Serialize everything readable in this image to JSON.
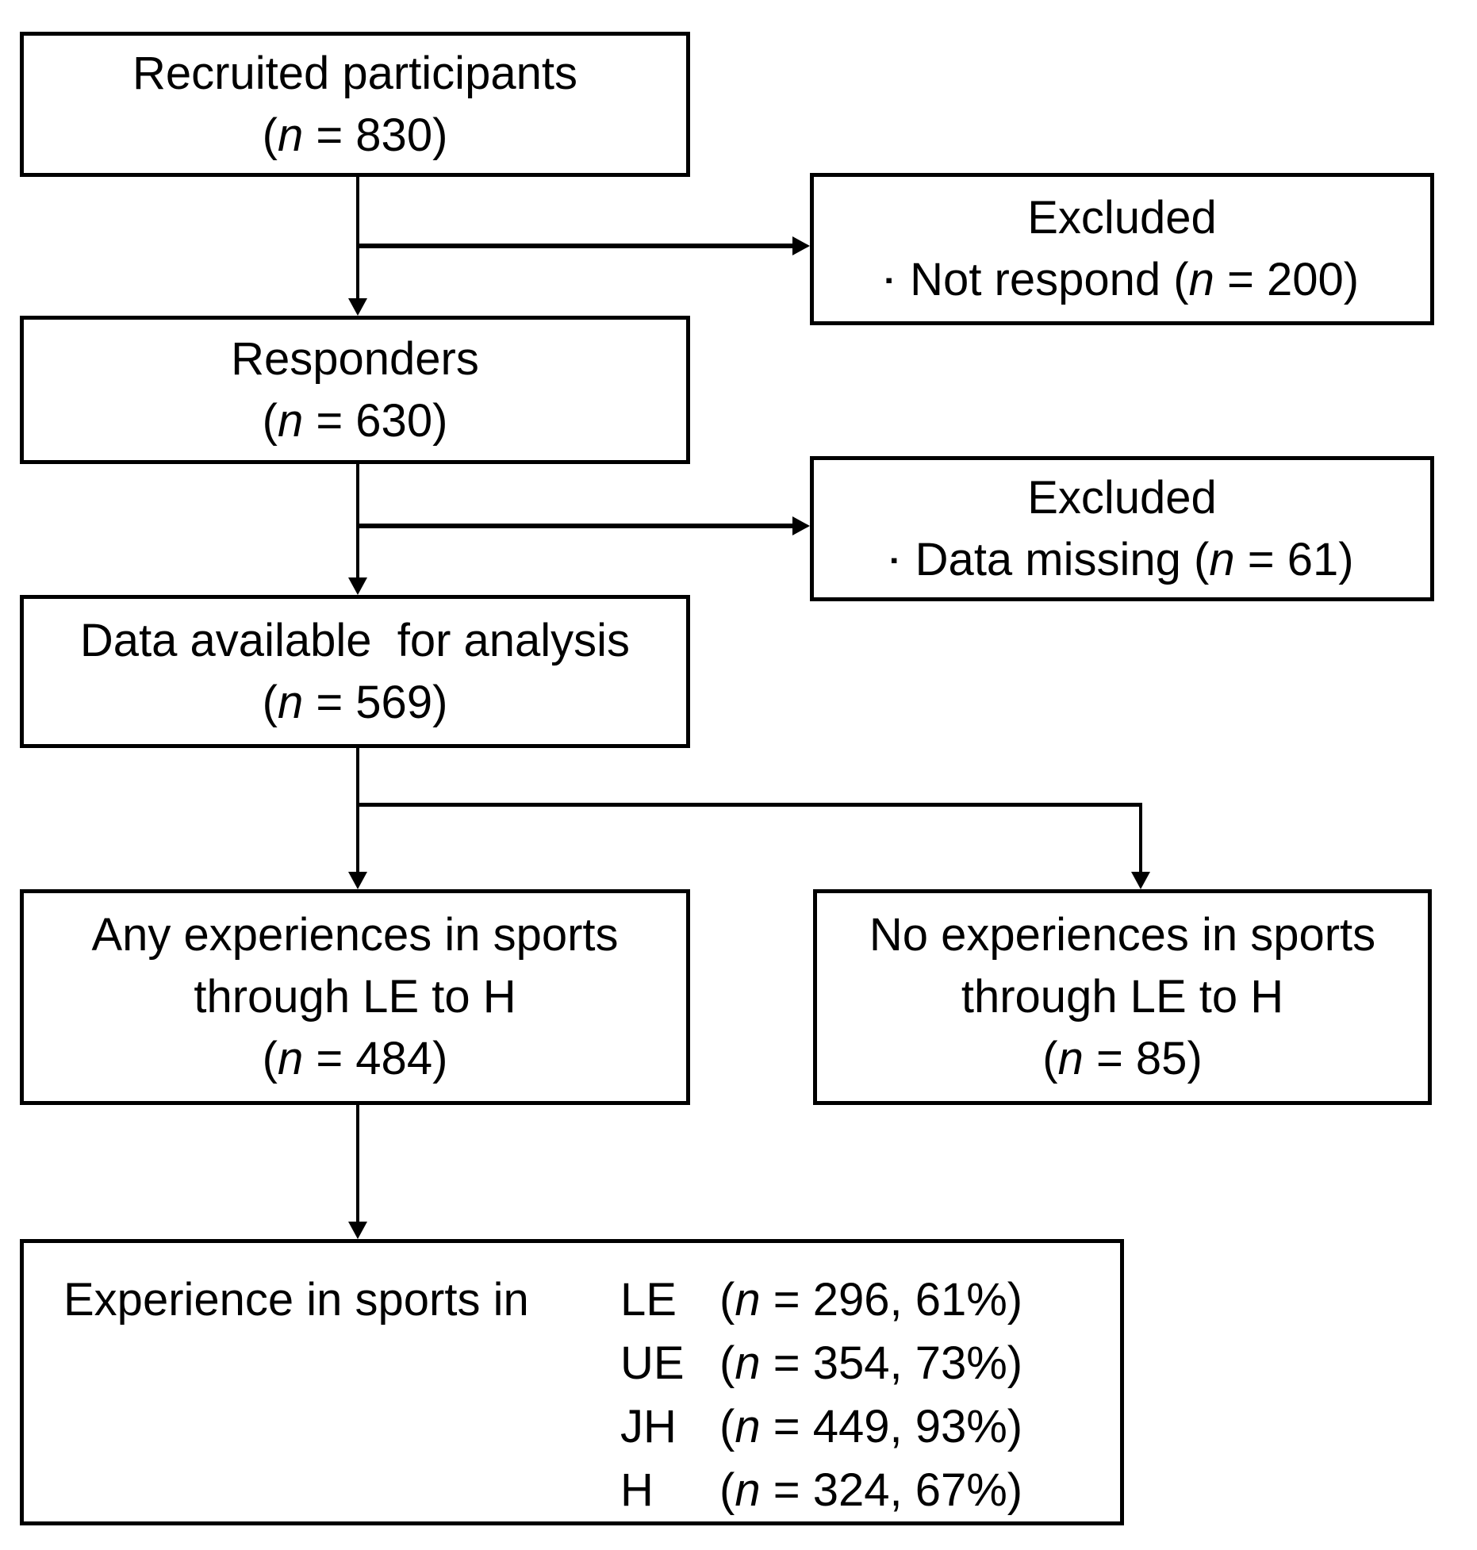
{
  "figure": {
    "background": "#ffffff",
    "line_color": "#000000",
    "boxes": {
      "recruited": {
        "title": "Recruited participants",
        "stat_pre": "(",
        "stat_n": "n",
        "stat_post": " = 830)"
      },
      "excluded_not_respond": {
        "title": "Excluded",
        "bullet": "▪",
        "item_pre": "Not respond (",
        "item_n": "n",
        "item_post": " = 200)"
      },
      "responders": {
        "title": "Responders",
        "stat_pre": "(",
        "stat_n": "n",
        "stat_post": " = 630)"
      },
      "excluded_data_missing": {
        "title": "Excluded",
        "bullet": "▪",
        "item_pre": "Data missing (",
        "item_n": "n",
        "item_post": " = 61)"
      },
      "data_available": {
        "title": "Data available  for analysis",
        "stat_pre": "(",
        "stat_n": "n",
        "stat_post": " = 569)"
      },
      "any_experience": {
        "line1": "Any experiences in sports",
        "line2": "through LE to H",
        "stat_pre": "(",
        "stat_n": "n",
        "stat_post": " = 484)"
      },
      "no_experience": {
        "line1": "No experiences in sports",
        "line2": "through LE to H",
        "stat_pre": "(",
        "stat_n": "n",
        "stat_post": " = 85)"
      },
      "experience_detail": {
        "label": "Experience in sports in",
        "rows": [
          {
            "grade": "LE",
            "pre": "(",
            "n": "n",
            "post": " = 296, 61%)"
          },
          {
            "grade": "UE",
            "pre": "(",
            "n": "n",
            "post": " = 354, 73%)"
          },
          {
            "grade": "JH",
            "pre": "(",
            "n": "n",
            "post": " = 449, 93%)"
          },
          {
            "grade": "H",
            "pre": "(",
            "n": "n",
            "post": " = 324, 67%)"
          }
        ]
      }
    }
  }
}
